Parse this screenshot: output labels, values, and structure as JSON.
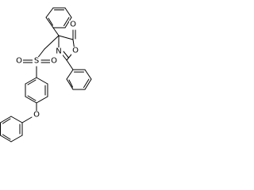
{
  "molecule": {
    "atom_labels": [
      {
        "id": "o-carbonyl",
        "text": "O"
      },
      {
        "id": "n-ring",
        "text": "N"
      },
      {
        "id": "o-ring",
        "text": "O"
      },
      {
        "id": "s-sulfonyl",
        "text": "S"
      },
      {
        "id": "o-sulfonyl-left",
        "text": "O"
      },
      {
        "id": "o-sulfonyl-right",
        "text": "O"
      },
      {
        "id": "o-ether",
        "text": "O"
      }
    ]
  }
}
